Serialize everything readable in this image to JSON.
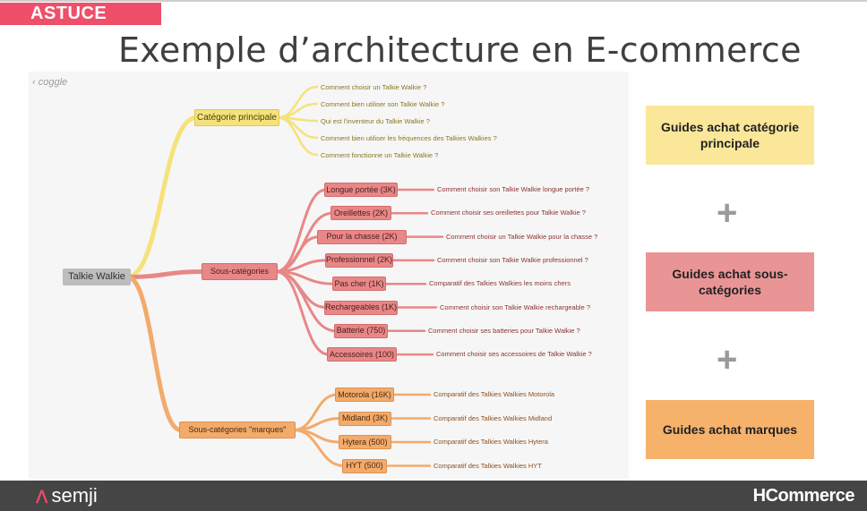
{
  "header": {
    "badge": "ASTUCE",
    "title": "Exemple d’architecture en E-commerce"
  },
  "mindmap": {
    "watermark": "coggle",
    "root": "Talkie Walkie",
    "branches": [
      {
        "id": "principale",
        "label": "Catégorie principale",
        "color": "#f5e27a",
        "children": [
          {
            "text": "Comment choisir un Talkie Walkie ?"
          },
          {
            "text": "Comment bien utiliser son Talkie Walkie ?"
          },
          {
            "text": "Qui est l'inventeur du Talkie Walkie ?"
          },
          {
            "text": "Comment bien utiliser les fréquences des Talkies Walkies ?"
          },
          {
            "text": "Comment fonctionne un Talkie Walkie ?"
          }
        ]
      },
      {
        "id": "sous",
        "label": "Sous-catégories",
        "color": "#e88787",
        "children": [
          {
            "label": "Longue portée (3K)",
            "text": "Comment choisir son Talkie Walkie longue portée ?"
          },
          {
            "label": "Oreillettes (2K)",
            "text": "Comment choisir ses oreillettes pour Talkie Walkie ?"
          },
          {
            "label": "Pour la chasse (2K)",
            "text": "Comment choisir un Talkie Walkie pour la chasse ?"
          },
          {
            "label": "Professionnel (2K)",
            "text": "Comment choisir son Talkie Walkie professionnel ?"
          },
          {
            "label": "Pas cher (1K)",
            "text": "Comparatif des Talkies Walkies les moins chers"
          },
          {
            "label": "Rechargeables (1K)",
            "text": "Comment choisir son Talkie Walkie rechargeable ?"
          },
          {
            "label": "Batterie (750)",
            "text": "Comment choisir ses batteries pour Talkie Walkie ?"
          },
          {
            "label": "Accessoires (100)",
            "text": "Comment choisir ses accessoires de Talkie Walkie ?"
          }
        ]
      },
      {
        "id": "marques",
        "label": "Sous-catégories \"marques\"",
        "color": "#f2ab6b",
        "children": [
          {
            "label": "Motorola (16K)",
            "text": "Comparatif des Talkies Walkies Motorola"
          },
          {
            "label": "Midland (3K)",
            "text": "Comparatif des Talkies Walkies Midland"
          },
          {
            "label": "Hytera (500)",
            "text": "Comparatif des Talkies Walkies Hytera"
          },
          {
            "label": "HYT (500)",
            "text": "Comparatif des Talkies Walkies HYT"
          }
        ]
      }
    ]
  },
  "cards": {
    "yellow": "Guides achat catégorie principale",
    "red": "Guides achat sous-catégories",
    "orange": "Guides achat marques",
    "plus": "+"
  },
  "footer": {
    "left_logo": "semji",
    "right_logo": "HCommerce"
  },
  "colors": {
    "badge": "#ef4f6a",
    "yellow": "#f5e27a",
    "red": "#e88787",
    "orange": "#f2ab6b",
    "footer": "#454545"
  }
}
